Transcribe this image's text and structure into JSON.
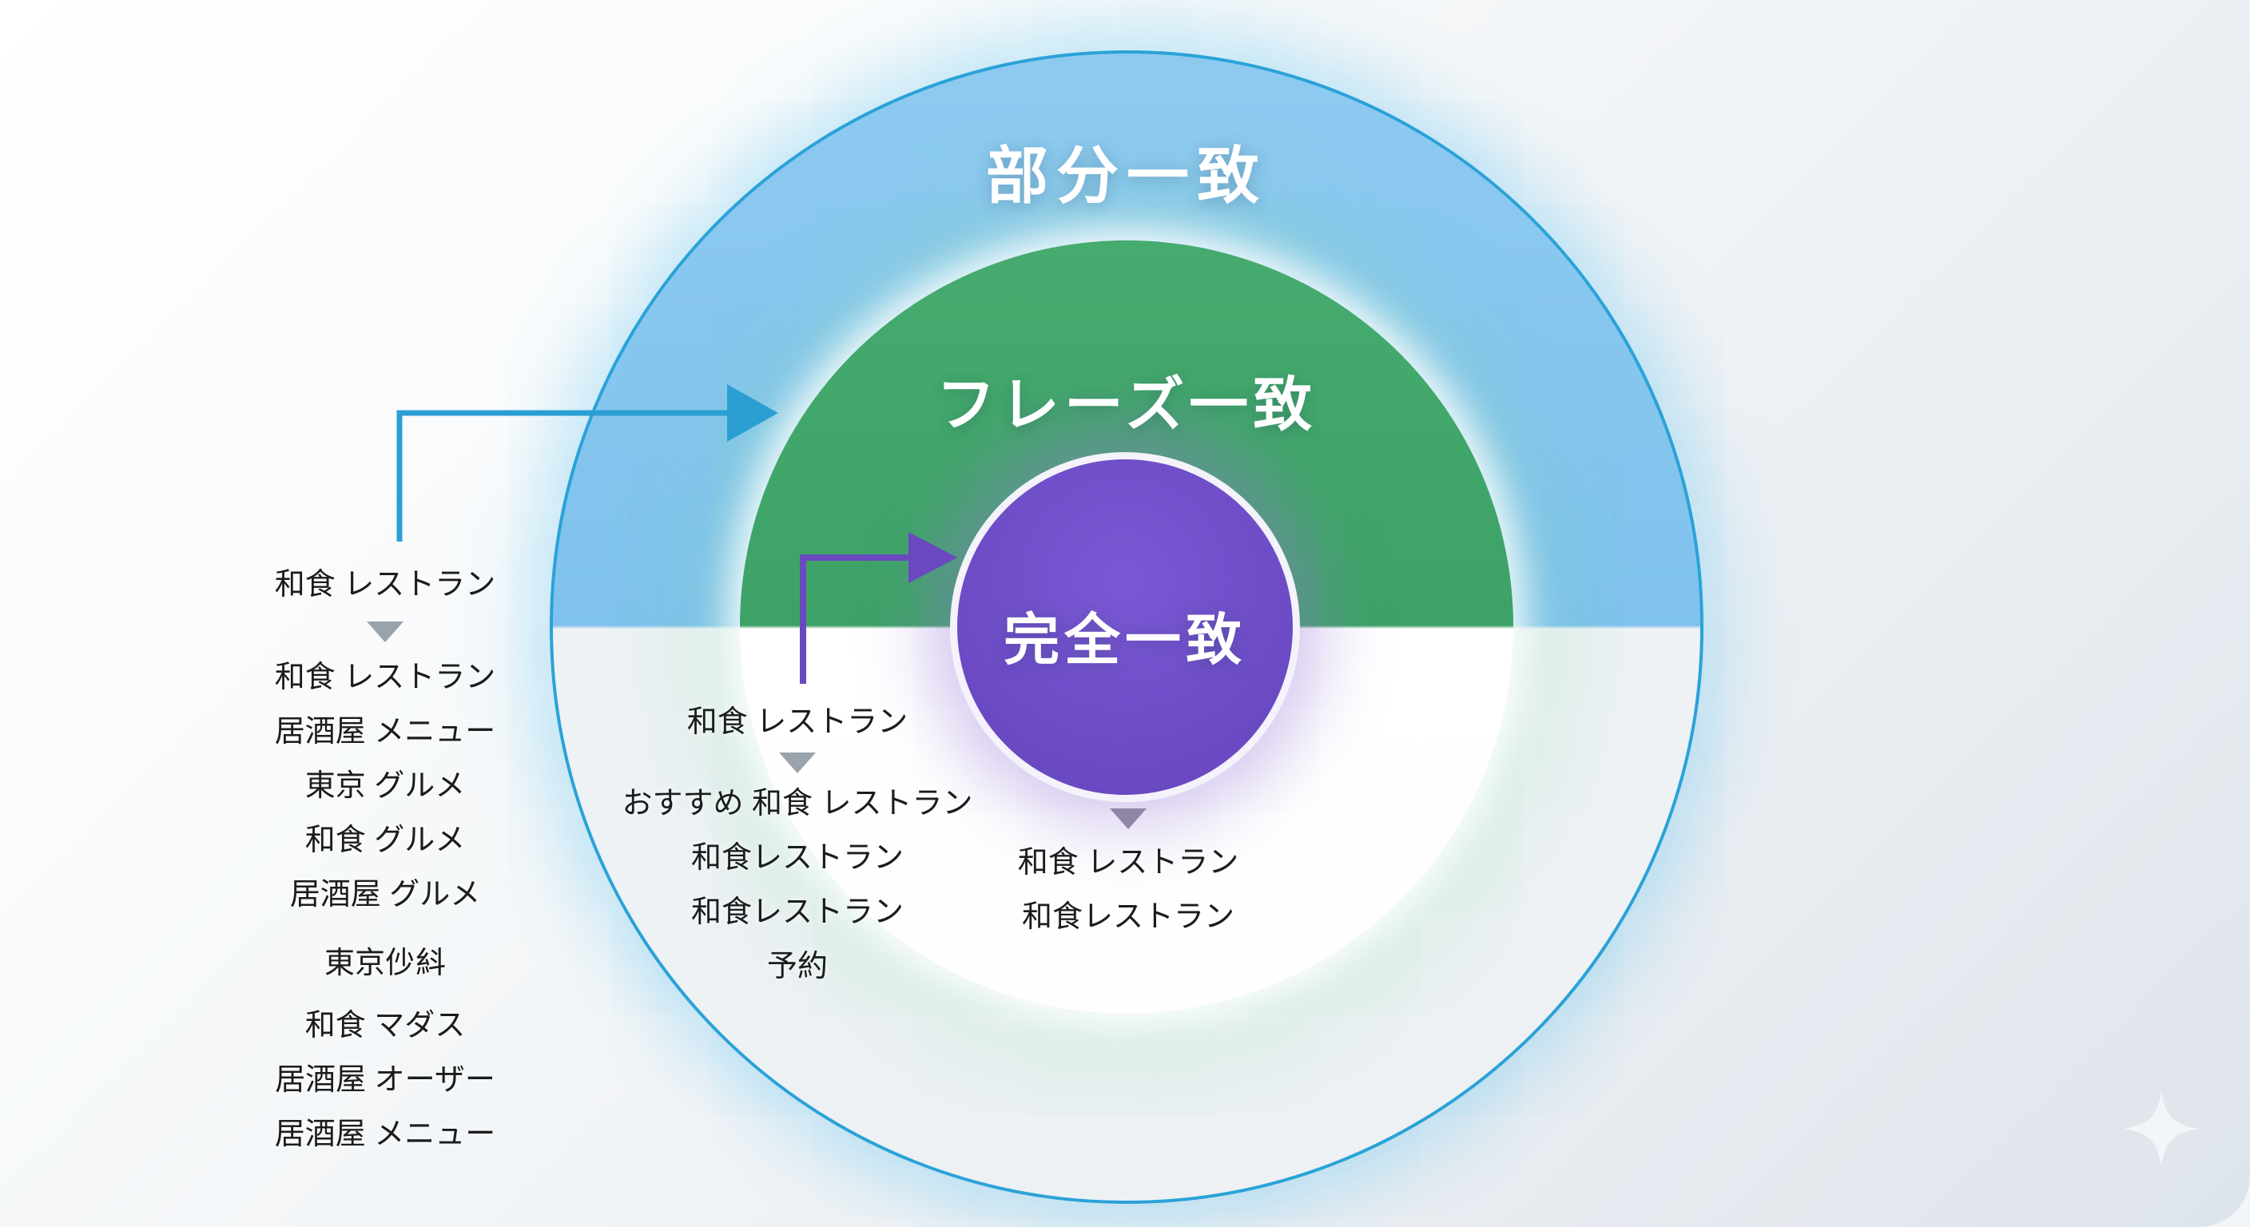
{
  "labels": {
    "broad": "部分一致",
    "phrase": "フレーズ一致",
    "exact": "完全一致"
  },
  "broad_example": {
    "query": "和食 レストラン",
    "matches": [
      "和食 レストラン",
      "居酒屋 メニュー",
      "東京 グルメ",
      "和食 グルメ",
      "居酒屋 グルメ",
      "東京仯紏",
      "和食 マダス",
      "居酒屋 オーザー",
      "居酒屋 メニュー"
    ]
  },
  "phrase_example": {
    "query": "和食 レストラン",
    "matches": [
      "おすすめ 和食 レストラン",
      "和食レストラン",
      "和食レストラン",
      "予約"
    ]
  },
  "exact_example": {
    "matches": [
      "和食 レストラン",
      "和食レストラン"
    ]
  },
  "colors": {
    "broad_fill": "#7FC2ED",
    "broad_border": "#2AA2D8",
    "phrase_fill": "#3FA568",
    "exact_fill": "#6A49C3",
    "arrow_blue": "#2B9FD4",
    "arrow_purple": "#6A49C0",
    "triangle_gray": "#9AA2AB",
    "triangle_purple": "#8F86A8",
    "text_dark": "#1B1C1E"
  }
}
